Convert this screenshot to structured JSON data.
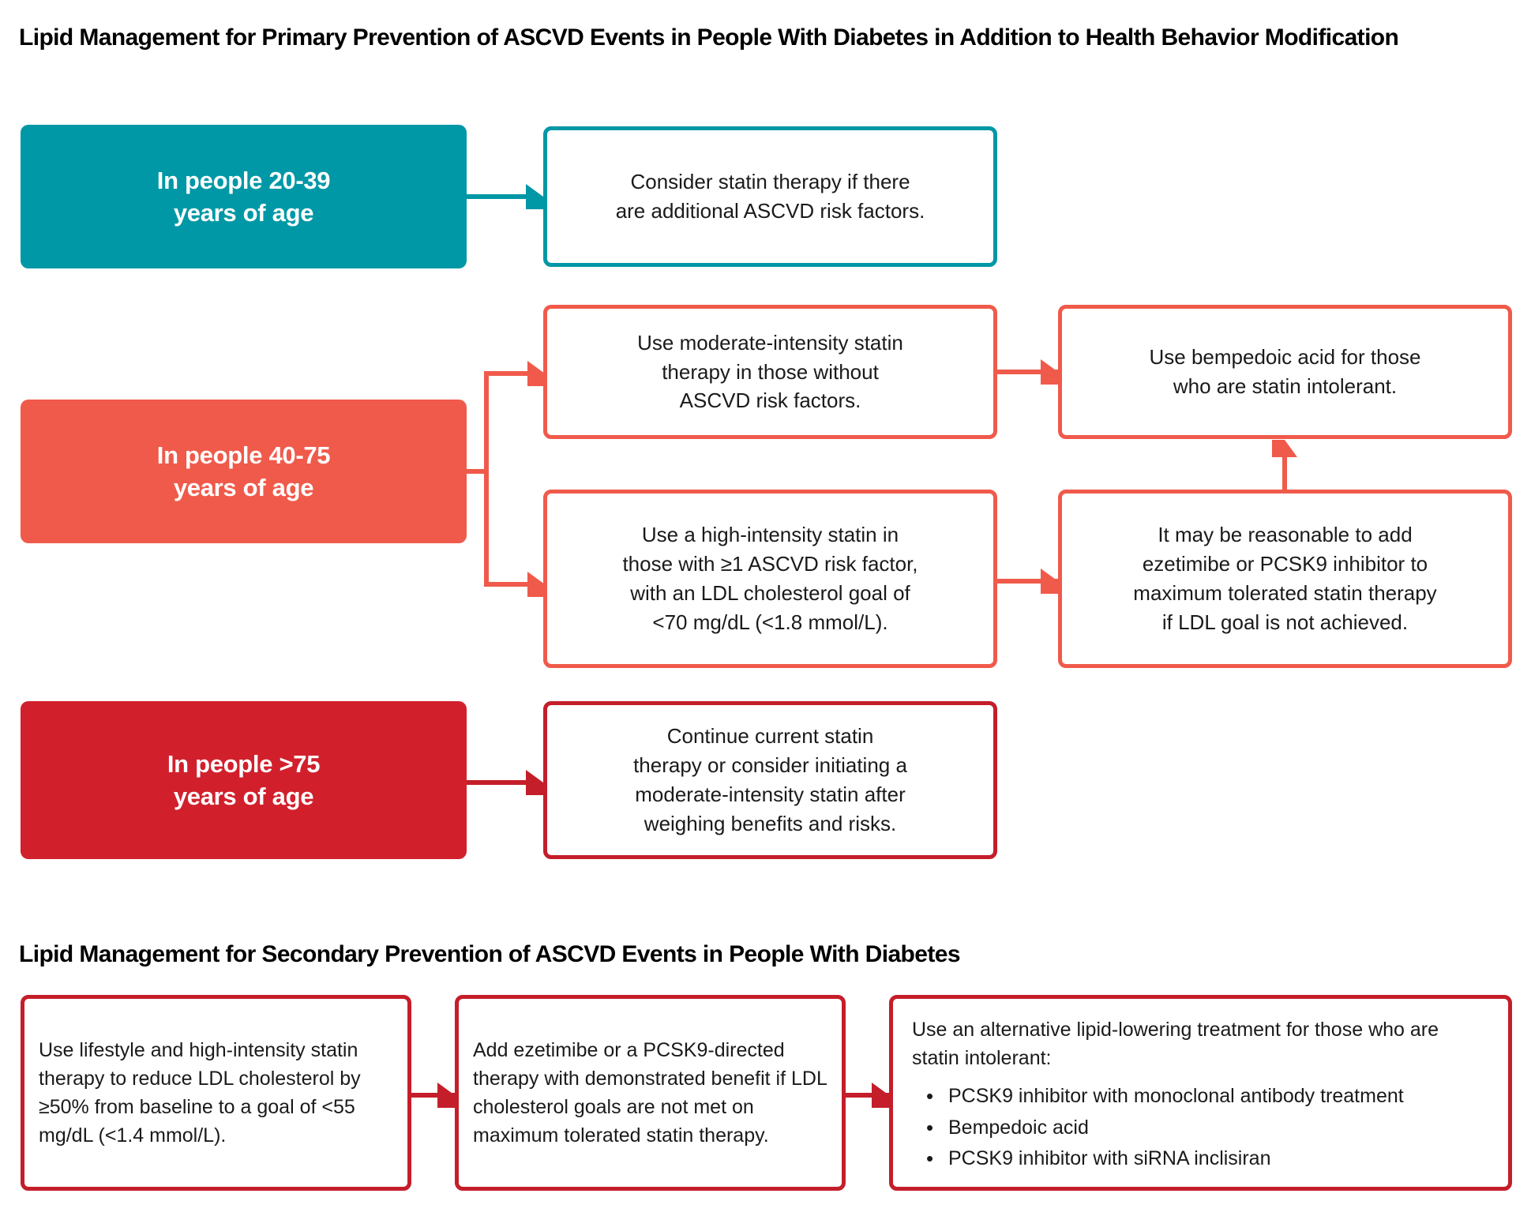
{
  "colors": {
    "teal": "#0098A6",
    "coral": "#F05A4B",
    "dark_red": "#C41E2A",
    "text": "#1A1A1A"
  },
  "sections": {
    "primary": {
      "title": "Lipid Management for Primary Prevention of ASCVD Events in People With Diabetes in Addition to Health Behavior Modification",
      "rows": [
        {
          "age_label": "In people 20-39\nyears of age",
          "color": "teal",
          "steps": [
            "Consider statin therapy if there\nare additional ASCVD risk factors."
          ]
        },
        {
          "age_label": "In people 40-75\nyears of age",
          "color": "coral",
          "steps": [
            "Use moderate-intensity statin\ntherapy in those without\nASCVD risk factors.",
            "Use a high-intensity statin in\nthose with ≥1 ASCVD risk factor,\nwith an LDL cholesterol goal of\n<70 mg/dL (<1.8 mmol/L).",
            "Use bempedoic acid for those\nwho are statin intolerant.",
            "It may be reasonable to add\nezetimibe or PCSK9 inhibitor to\nmaximum tolerated statin therapy\nif LDL goal is not achieved."
          ]
        },
        {
          "age_label": "In people >75\nyears of age",
          "color": "dark_red",
          "steps": [
            "Continue current statin\ntherapy or consider initiating a\nmoderate-intensity statin after\nweighing benefits and risks."
          ]
        }
      ]
    },
    "secondary": {
      "title": "Lipid Management for Secondary Prevention of ASCVD Events in People With Diabetes",
      "steps": [
        "Use lifestyle and high-intensity statin therapy to reduce LDL cholesterol by ≥50% from baseline to a goal of <55 mg/dL (<1.4 mmol/L).",
        "Add ezetimibe or a PCSK9-directed therapy with demonstrated benefit if LDL cholesterol goals are not met on maximum tolerated statin therapy."
      ],
      "alternative": {
        "intro": "Use an alternative lipid-lowering treatment for those who are statin intolerant:",
        "bullets": [
          "PCSK9 inhibitor with monoclonal antibody treatment",
          "Bempedoic acid",
          "PCSK9 inhibitor with siRNA inclisiran"
        ]
      }
    }
  }
}
